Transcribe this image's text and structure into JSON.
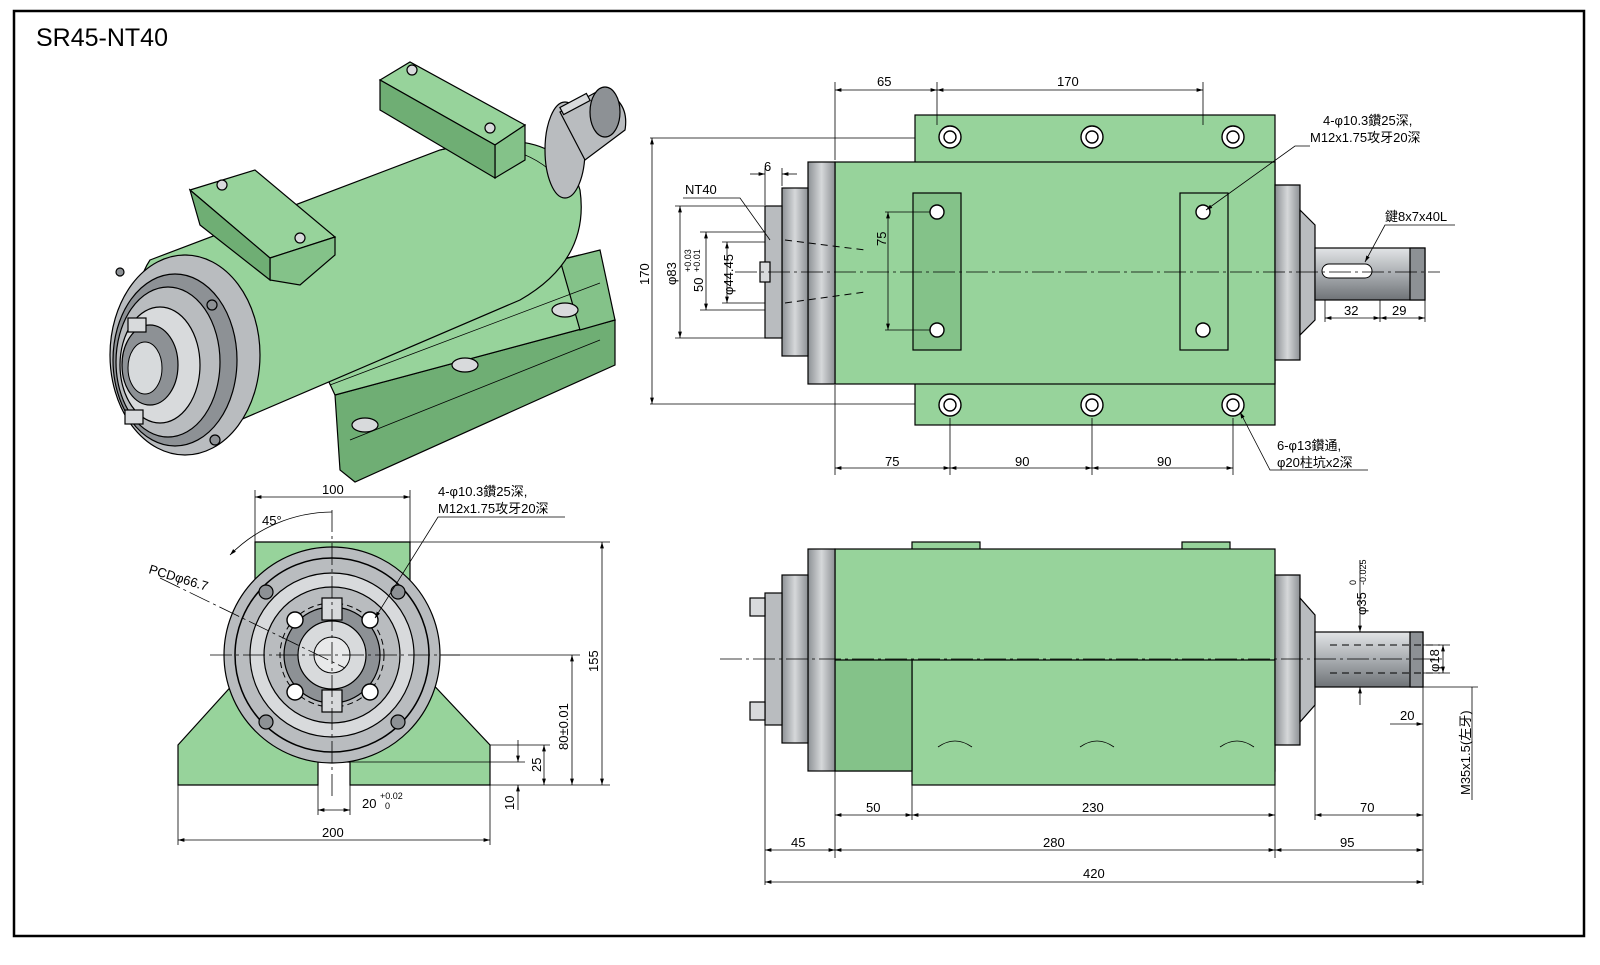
{
  "title": "SR45-NT40",
  "colors": {
    "body_green": "#97d39b",
    "metal_grey": "#b9bcbf"
  },
  "top_view": {
    "dim_65": "65",
    "dim_170_top": "170",
    "dim_6": "6",
    "label_nt40": "NT40",
    "dim_170_side": "170",
    "dim_phi83": "φ83",
    "dim_50": "50",
    "dim_50_tol_up": "+0.03",
    "dim_50_tol_low": "+0.01",
    "dim_phi44": "φ44.45",
    "dim_75": "75",
    "note_mount_1": "4-φ10.3鑽25深,",
    "note_mount_2": "M12x1.75攻牙20深",
    "note_key": "鍵8x7x40L",
    "dim_32": "32",
    "dim_29": "29",
    "dim_75_bottom": "75",
    "dim_90_a": "90",
    "dim_90_b": "90",
    "note_holes_1": "6-φ13鑽通,",
    "note_holes_2": "φ20柱坑x2深"
  },
  "front_view": {
    "dim_100": "100",
    "dim_45deg": "45°",
    "note_pcd": "PCDφ66.7",
    "note_mount_1": "4-φ10.3鑽25深,",
    "note_mount_2": "M12x1.75攻牙20深",
    "dim_155": "155",
    "dim_80": "80±0.01",
    "dim_25": "25",
    "dim_10": "10",
    "dim_20": "20",
    "dim_20_tol_up": "+0.02",
    "dim_20_tol_low": "0",
    "dim_200": "200"
  },
  "side_view": {
    "dim_phi35": "φ35",
    "dim_phi35_tol_up": "0",
    "dim_phi35_tol_low": "-0.025",
    "dim_phi18": "φ18",
    "dim_20": "20",
    "note_thread": "M35x1.5(左牙)",
    "dim_50": "50",
    "dim_230": "230",
    "dim_70": "70",
    "dim_45": "45",
    "dim_280": "280",
    "dim_95": "95",
    "dim_420": "420"
  }
}
